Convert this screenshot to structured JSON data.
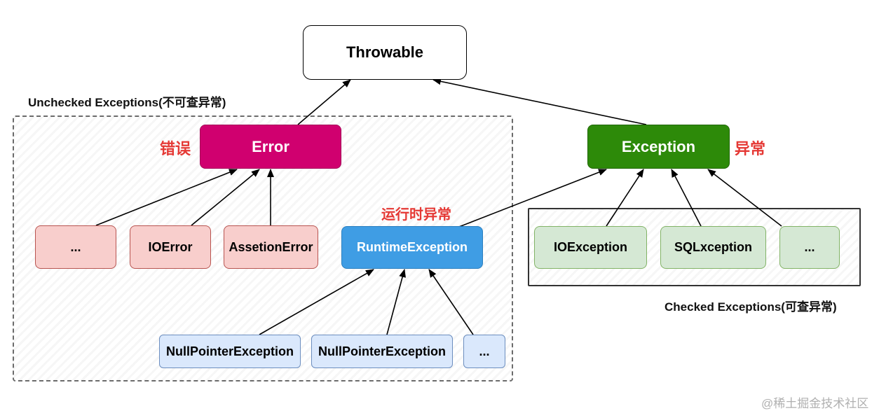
{
  "groups": {
    "unchecked_title": "Unchecked Exceptions(不可查异常)",
    "checked_title": "Checked Exceptions(可查异常)"
  },
  "nodes": {
    "throwable": "Throwable",
    "error": "Error",
    "exception": "Exception",
    "error_other": "...",
    "ioerror": "IOError",
    "assertion_error": "AssetionError",
    "runtime_exception": "RuntimeException",
    "ioexception": "IOException",
    "sqlexception": "SQLxception",
    "exception_other": "...",
    "npe_1": "NullPointerException",
    "npe_2": "NullPointerException",
    "runtime_other": "..."
  },
  "annotations": {
    "error_cn": "错误",
    "exception_cn": "异常",
    "runtime_cn": "运行时异常"
  },
  "watermark": "@稀土掘金技术社区",
  "colors": {
    "error_fill": "#d0006f",
    "exception_fill": "#2d8a09",
    "runtime_fill": "#3f9de4",
    "red_node_fill": "#f8cecc",
    "red_node_border": "#b85450",
    "green_node_fill": "#d5e8d4",
    "green_node_border": "#82b366",
    "blue_node_fill": "#dae8fc",
    "blue_node_border": "#6c8ebf",
    "annotation_red": "#e53935"
  }
}
